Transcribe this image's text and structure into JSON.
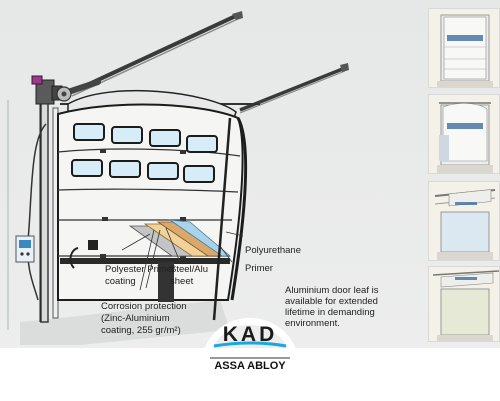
{
  "callouts": {
    "polyurethane": "Polyurethane",
    "primer": "Primer",
    "polyester_1": "Polyester Primer",
    "polyester_2": "coating",
    "steel_1": "Steel/Alu",
    "steel_2": "sheet",
    "corrosion_1": "Corrosion protection",
    "corrosion_2": "(Zinc-Aluminium",
    "corrosion_3": "coating, 255 gr/m²)"
  },
  "note": "Aluminium door leaf is\navailable for extended\nlifetime in demanding\nenvironment.",
  "logo": {
    "wordmark": "KAD",
    "subtitle": "ASSA ABLOY",
    "accent_color": "#1aa7df"
  },
  "thumbnails": [
    {
      "icon": "door-closed-icon"
    },
    {
      "icon": "door-standard-lift-icon"
    },
    {
      "icon": "door-high-lift-icon"
    },
    {
      "icon": "door-open-icon"
    }
  ]
}
